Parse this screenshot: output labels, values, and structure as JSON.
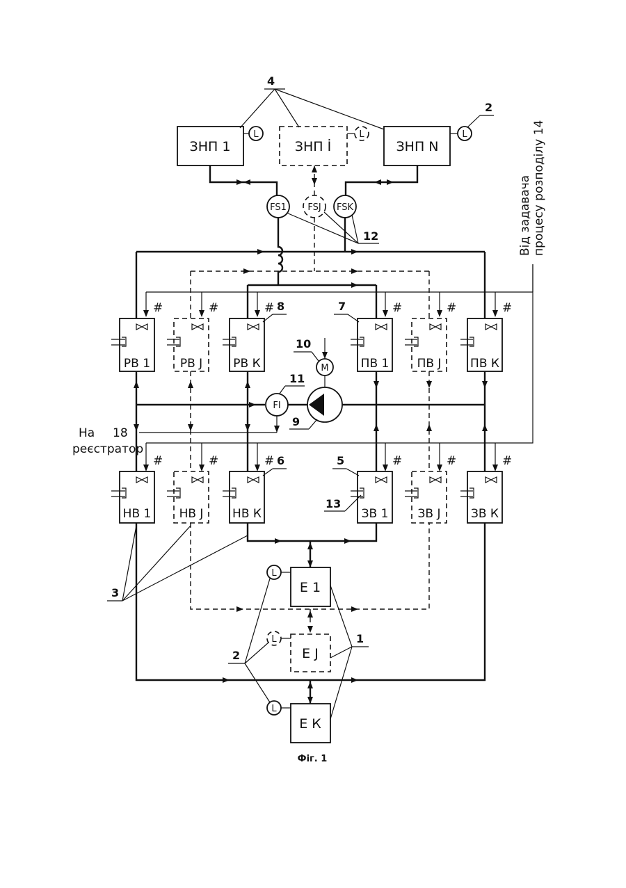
{
  "tanks_top": {
    "t1": "ЗНП 1",
    "ti": "ЗНП İ",
    "tn": "ЗНП N"
  },
  "level_sensor": "L",
  "flow_switches": {
    "fs1": "FS1",
    "fsj": "FSJ",
    "fsk": "FSK"
  },
  "valves_upper": {
    "rb1": "РВ 1",
    "rbj": "РВ J",
    "rbk": "РВ К",
    "pb1": "ПВ 1",
    "pbj": "ПВ J",
    "pbk": "ПВ К"
  },
  "valves_lower": {
    "hb1": "НВ 1",
    "hbj": "НВ J",
    "hbk": "НВ К",
    "zb1": "ЗВ 1",
    "zbj": "ЗВ J",
    "zbk": "ЗВ К"
  },
  "tanks_bottom": {
    "e1": "Е 1",
    "ej": "Е J",
    "ek": "Е К"
  },
  "pump": {
    "motor": "М",
    "flow_meter": "FI"
  },
  "hash": "#",
  "callouts": {
    "n1": "1",
    "n2": "2",
    "n2b": "2",
    "n3": "3",
    "n4": "4",
    "n5": "5",
    "n6": "6",
    "n7": "7",
    "n8": "8",
    "n9": "9",
    "n10": "10",
    "n11": "11",
    "n12": "12",
    "n13": "13",
    "n18": "18"
  },
  "recorder": {
    "line1": "На",
    "line2": "реєстратор"
  },
  "side_note": {
    "line1": "Від задавача",
    "line2": "процесу розподілу 14"
  },
  "caption": "Фіг. 1"
}
